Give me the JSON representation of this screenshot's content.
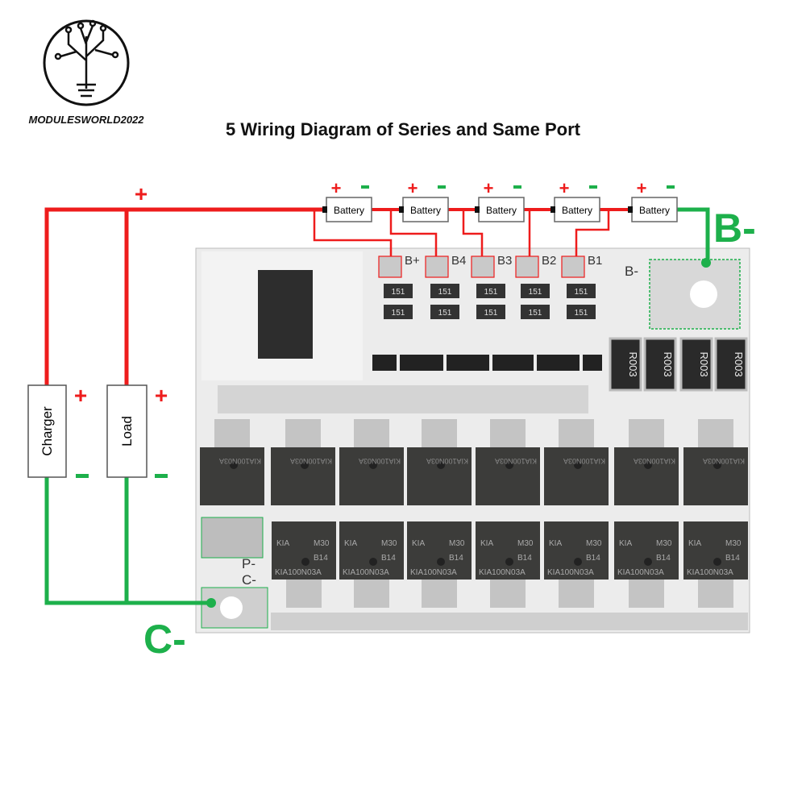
{
  "logo": {
    "brand": "MODULESWORLD2022"
  },
  "title": "5 Wiring Diagram of Series and Same Port",
  "batteries": [
    "Battery",
    "Battery",
    "Battery",
    "Battery",
    "Battery"
  ],
  "plus_sign": "+",
  "minus_sign": "-",
  "charger_label": "Charger",
  "load_label": "Load",
  "b_minus_big": "B-",
  "c_minus_big": "C-",
  "board": {
    "pad_labels": [
      "B+",
      "B4",
      "B3",
      "B2",
      "B1"
    ],
    "b_minus_silk": "B-",
    "p_minus_silk": "P-",
    "c_minus_silk": "C-",
    "shunt_marking": "R003",
    "smd_marking": "151",
    "mosfet_lines": [
      "KIA",
      "M30",
      "B14",
      "KIA100N03A"
    ]
  },
  "colors": {
    "positive": "#ee1c1c",
    "negative": "#1db04b",
    "board": "#e9e9e9",
    "chip": "#3c3c3a"
  }
}
